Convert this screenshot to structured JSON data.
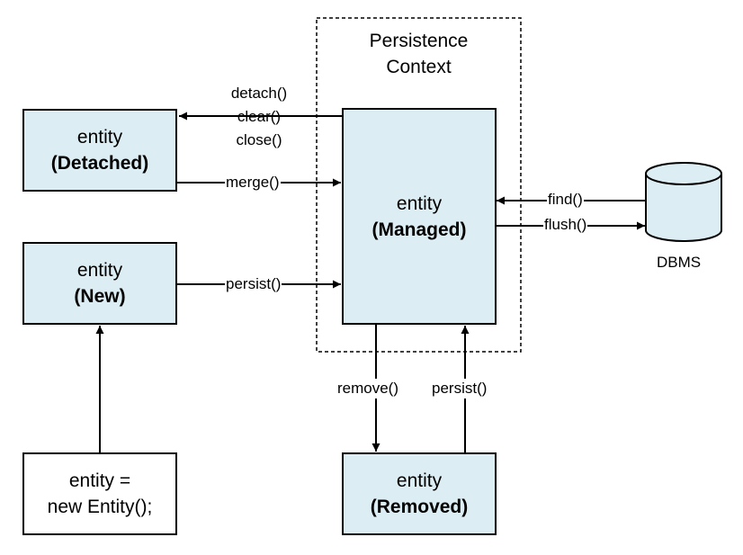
{
  "persistence_context": {
    "line1": "Persistence",
    "line2": "Context"
  },
  "states": {
    "detached": {
      "line1": "entity",
      "line2": "(Detached)"
    },
    "new": {
      "line1": "entity",
      "line2": "(New)"
    },
    "managed": {
      "line1": "entity",
      "line2": "(Managed)"
    },
    "removed": {
      "line1": "entity",
      "line2": "(Removed)"
    },
    "constructor": {
      "line1": "entity =",
      "line2": "new Entity();"
    }
  },
  "transitions": {
    "detach": "detach()",
    "clear": "clear()",
    "close": "close()",
    "merge": "merge()",
    "persist_new": "persist()",
    "remove": "remove()",
    "persist_removed": "persist()",
    "find": "find()",
    "flush": "flush()"
  },
  "database": {
    "label": "DBMS"
  },
  "colors": {
    "state_fill": "#dcedf3",
    "stroke": "#000000",
    "background": "#ffffff"
  }
}
